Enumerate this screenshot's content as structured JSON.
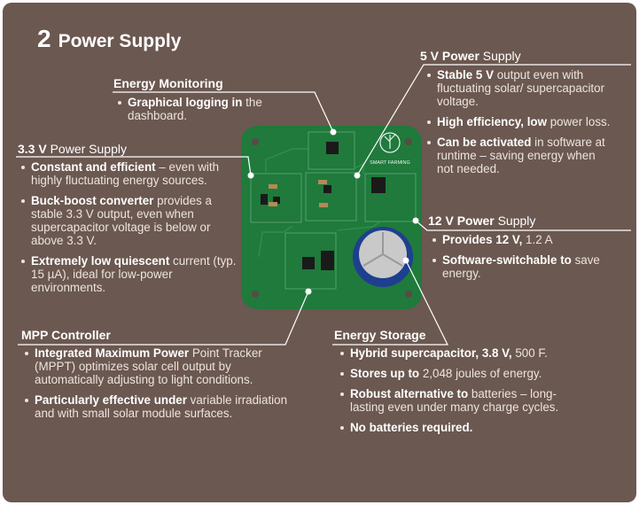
{
  "title": {
    "number": "2",
    "text": "Power Supply"
  },
  "board": {
    "logo_text": "SMART FARMING"
  },
  "sections": {
    "energy_monitoring": {
      "heading_bold": "Energy Monitoring",
      "heading_rest": "",
      "bullets": [
        {
          "bold": "Graphical logging in",
          "rest": " the dashboard."
        }
      ]
    },
    "v33": {
      "heading_bold": "3.3 V",
      "heading_rest": " Power Supply",
      "bullets": [
        {
          "bold": "Constant and efficient",
          "rest": " – even with highly fluctuating energy sources."
        },
        {
          "bold": "Buck-boost converter",
          "rest": " provides a stable 3.3 V output, even when supercapacitor voltage is below or above 3.3 V."
        },
        {
          "bold": "Extremely low quiescent",
          "rest": " current (typ. 15 µA), ideal for low-power environments."
        }
      ]
    },
    "v5": {
      "heading_bold": "5 V Power",
      "heading_rest": " Supply",
      "bullets": [
        {
          "bold": "Stable 5 V",
          "rest": " output even with fluctuating solar/ supercapacitor voltage."
        },
        {
          "bold": "High efficiency, low",
          "rest": " power loss."
        },
        {
          "bold": "Can be activated",
          "rest": " in software at runtime – saving energy when not needed."
        }
      ]
    },
    "v12": {
      "heading_bold": "12 V Power",
      "heading_rest": " Supply",
      "bullets": [
        {
          "bold": "Provides 12 V,",
          "rest": " 1.2 A"
        },
        {
          "bold": "Software-switchable to",
          "rest": " save energy."
        }
      ]
    },
    "mpp": {
      "heading_bold": "MPP Controller",
      "heading_rest": "",
      "bullets": [
        {
          "bold": "Integrated Maximum Power",
          "rest": " Point Tracker (MPPT) optimizes solar cell output by automatically adjusting to light conditions."
        },
        {
          "bold": "Particularly effective under",
          "rest": " variable irradiation and with small solar module surfaces."
        }
      ]
    },
    "storage": {
      "heading_bold": "Energy Storage",
      "heading_rest": "",
      "bullets": [
        {
          "bold": "Hybrid supercapacitor, 3.8 V,",
          "rest": " 500 F."
        },
        {
          "bold": "Stores up to",
          "rest": " 2,048 joules of energy."
        },
        {
          "bold": "Robust alternative to",
          "rest": " batteries – long-lasting even under many charge cycles."
        },
        {
          "bold": "No batteries required.",
          "rest": ""
        }
      ]
    }
  }
}
